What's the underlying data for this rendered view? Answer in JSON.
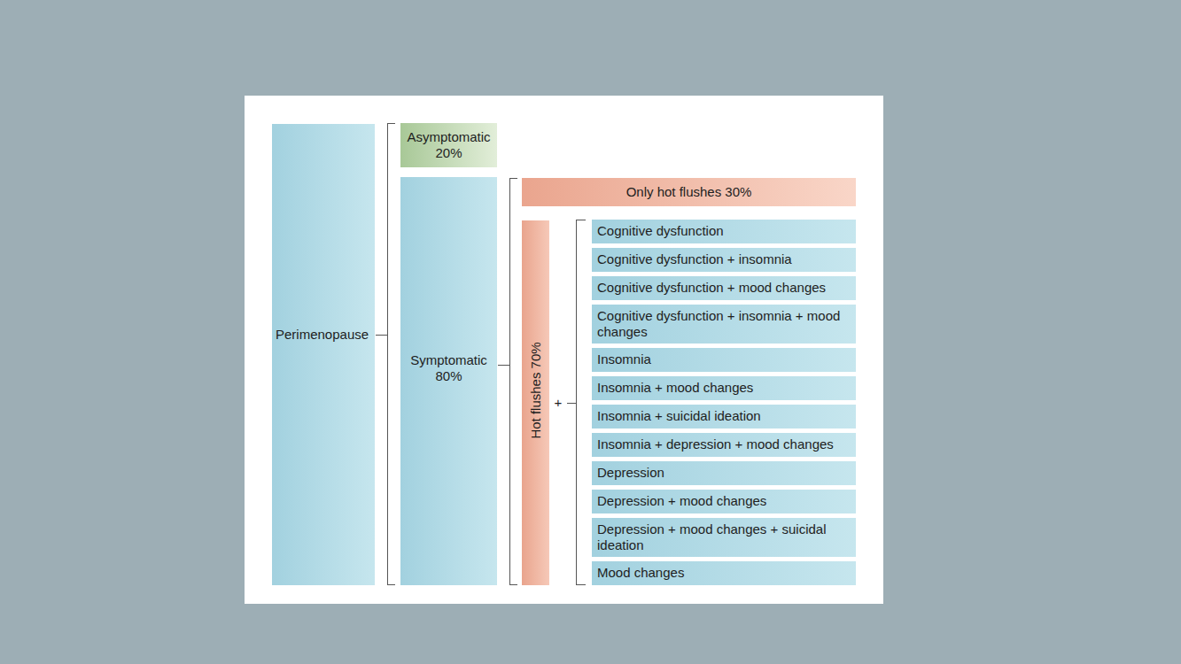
{
  "diagram": {
    "nodes": [
      {
        "text": [
          "Perimenopause"
        ]
      },
      {
        "text": [
          "Asymptomatic 20%"
        ]
      },
      {
        "text": [
          "Symptomatic 80%"
        ]
      },
      {
        "text": [
          "Only hot flushes 30%"
        ]
      },
      {
        "text": [
          "Hot flushes 70%"
        ]
      },
      {
        "text": [
          "Cognitive dysfunction"
        ]
      },
      {
        "text": [
          "Cognitive dysfunction + insomnia"
        ]
      },
      {
        "text": [
          "Cognitive dysfunction + mood changes"
        ]
      },
      {
        "text": [
          "Cognitive dysfunction + insomnia + mood changes"
        ]
      },
      {
        "text": [
          "Insomnia"
        ]
      },
      {
        "text": [
          "Insomnia + mood changes"
        ]
      },
      {
        "text": [
          "Insomnia + suicidal ideation"
        ]
      },
      {
        "text": [
          "Insomnia + depression + mood changes"
        ]
      },
      {
        "text": [
          "Depression"
        ]
      },
      {
        "text": [
          "Depression + mood changes"
        ]
      },
      {
        "text": [
          "Depression + mood changes + suicidal ideation"
        ]
      },
      {
        "text": [
          "Mood changes"
        ]
      }
    ],
    "labels": [
      "+"
    ]
  }
}
